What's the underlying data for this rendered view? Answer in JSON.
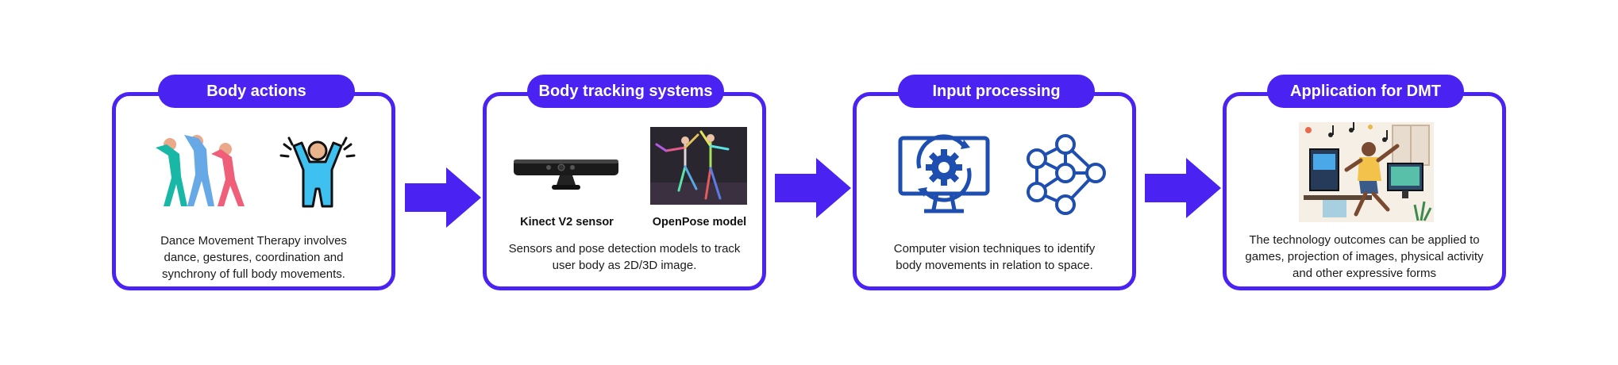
{
  "steps": [
    {
      "title": "Body actions",
      "description_lines": [
        "Dance Movement Therapy involves",
        "dance, gestures, coordination and",
        "synchrony of full body movements."
      ],
      "icons": [
        "dancers-icon",
        "celebrating-person-icon"
      ]
    },
    {
      "title": "Body tracking systems",
      "captions": [
        "Kinect V2 sensor",
        "OpenPose model"
      ],
      "description_lines": [
        "Sensors and pose detection models to track",
        "user body as 2D/3D image."
      ],
      "icons": [
        "kinect-sensor-icon",
        "openpose-dancers-image"
      ]
    },
    {
      "title": "Input processing",
      "description_lines": [
        "Computer vision techniques to identify",
        "body movements in relation to space."
      ],
      "icons": [
        "computer-gear-icon",
        "neural-network-icon"
      ]
    },
    {
      "title": "Application for DMT",
      "description_lines": [
        "The technology outcomes can be applied to",
        "games, projection of images, physical activity",
        "and other expressive forms"
      ],
      "icons": [
        "dancing-gamer-illustration"
      ]
    }
  ],
  "colors": {
    "accent": "#4a22f2",
    "icon_blue": "#1e4fb0"
  }
}
